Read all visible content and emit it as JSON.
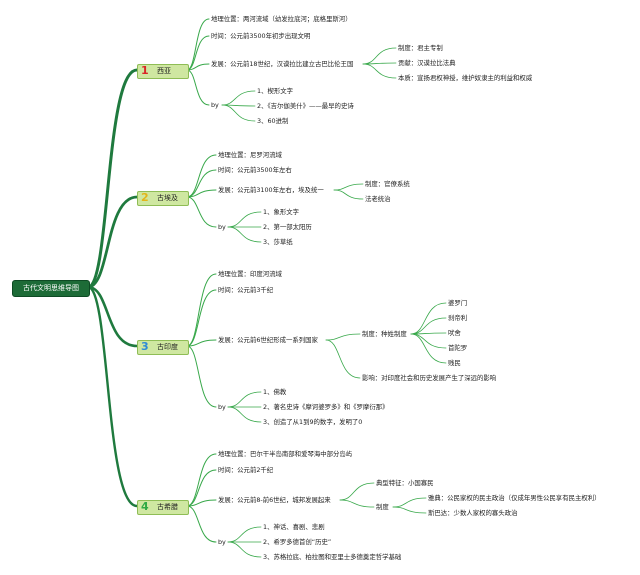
{
  "root": {
    "title": "古代文明思维导图"
  },
  "colors": {
    "trunk": "#1f7a3e",
    "branch": "#38a84a",
    "num1": "#d92727",
    "num2": "#e3b51a",
    "num3": "#2e8bd6",
    "num4": "#2faa44",
    "region_fill": "#cfe7a1"
  },
  "regions": [
    {
      "num": "1",
      "name": "西亚",
      "location": "地理位置：两河流域（幼发拉底河；底格里斯河）",
      "time": "时间：公元前3500年初步出现文明",
      "development": "发展：公元前18世纪，汉谟拉比建立古巴比伦王国",
      "dev_children": [
        "制度：君主专制",
        "贡献：汉谟拉比法典",
        "本质：宣扬君权神授，维护奴隶主的利益和权威"
      ],
      "by_label": "by",
      "by_items": [
        "1、楔形文字",
        "2、《吉尔伽美什》——最早的史诗",
        "3、60进制"
      ]
    },
    {
      "num": "2",
      "name": "古埃及",
      "location": "地理位置：尼罗河流域",
      "time": "时间：公元前3500年左右",
      "development": "发展：公元前3100年左右，埃及统一",
      "dev_children": [
        "制度：官僚系统",
        "法老统治"
      ],
      "by_label": "by",
      "by_items": [
        "1、象形文字",
        "2、第一部太阳历",
        "3、莎草纸"
      ]
    },
    {
      "num": "3",
      "name": "古印度",
      "location": "地理位置：印度河流域",
      "time": "时间：公元前3千纪",
      "development": "发展：公元前6世纪形成一系列国家",
      "system_label": "制度：种姓制度",
      "castes": [
        "婆罗门",
        "刹帝利",
        "吠舍",
        "首陀罗",
        "贱民"
      ],
      "influence": "影响：对印度社会和历史发展产生了深远的影响",
      "by_label": "by",
      "by_items": [
        "1、佛教",
        "2、著名史诗《摩诃婆罗多》和《罗摩衍那》",
        "3、创造了从1到9的数字，发明了0"
      ]
    },
    {
      "num": "4",
      "name": "古希腊",
      "location": "地理位置：巴尔干半岛南部和爱琴海中部分岛屿",
      "time": "时间：公元前2千纪",
      "development": "发展：公元前8-前6世纪，城邦发展起来",
      "feature": "典型特征：小国寡民",
      "system_label": "制度",
      "system_items": [
        "雅典：公民家权的民主政治（仅成年男性公民享有民主权利）",
        "斯巴达：少数人家权的寡头政治"
      ],
      "by_label": "by",
      "by_items": [
        "1、神话、喜剧、悲剧",
        "2、希罗多德首创“历史”",
        "3、苏格拉底、柏拉图和亚里士多德奠定哲学基础"
      ]
    }
  ]
}
